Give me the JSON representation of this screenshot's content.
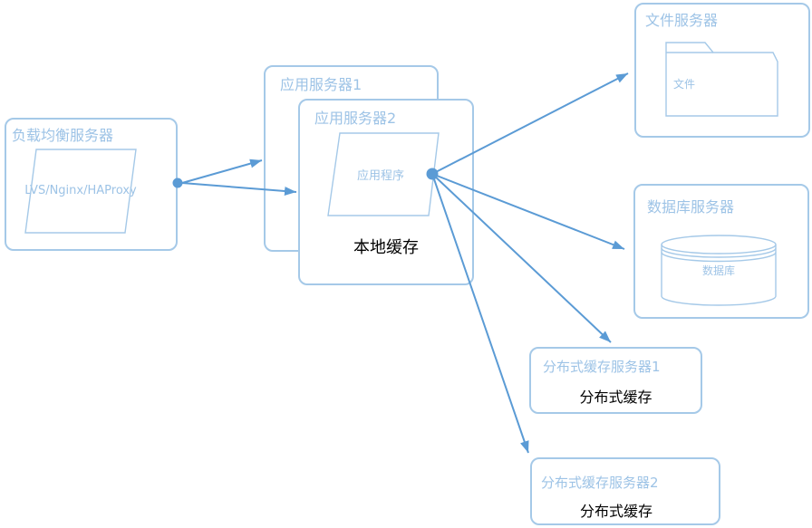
{
  "diagram": {
    "colors": {
      "box_border": "#A5C9E8",
      "blue_label": "#9DC3E6",
      "connector": "#5B9BD5",
      "dark_text": "#000000",
      "background": "#FFFFFF"
    },
    "nodes": {
      "load_balancer": {
        "title": "负载均衡服务器",
        "shape": "parallelogram",
        "shape_label": "LVS/Nginx/HAProxy"
      },
      "app_server_1": {
        "title": "应用服务器1"
      },
      "app_server_2": {
        "title": "应用服务器2",
        "shape": "parallelogram",
        "shape_label": "应用程序",
        "note": "本地缓存"
      },
      "file_server": {
        "title": "文件服务器",
        "shape": "folder",
        "shape_label": "文件"
      },
      "database_server": {
        "title": "数据库服务器",
        "shape": "cylinder",
        "shape_label": "数据库"
      },
      "cache_server_1": {
        "title": "分布式缓存服务器1",
        "note": "分布式缓存"
      },
      "cache_server_2": {
        "title": "分布式缓存服务器2",
        "note": "分布式缓存"
      }
    },
    "edges": [
      {
        "from": "负载均衡服务器",
        "to": "应用服务器1"
      },
      {
        "from": "负载均衡服务器",
        "to": "应用服务器2"
      },
      {
        "from": "应用程序",
        "to": "文件服务器"
      },
      {
        "from": "应用程序",
        "to": "数据库服务器"
      },
      {
        "from": "应用程序",
        "to": "分布式缓存服务器1"
      },
      {
        "from": "应用程序",
        "to": "分布式缓存服务器2"
      }
    ]
  }
}
